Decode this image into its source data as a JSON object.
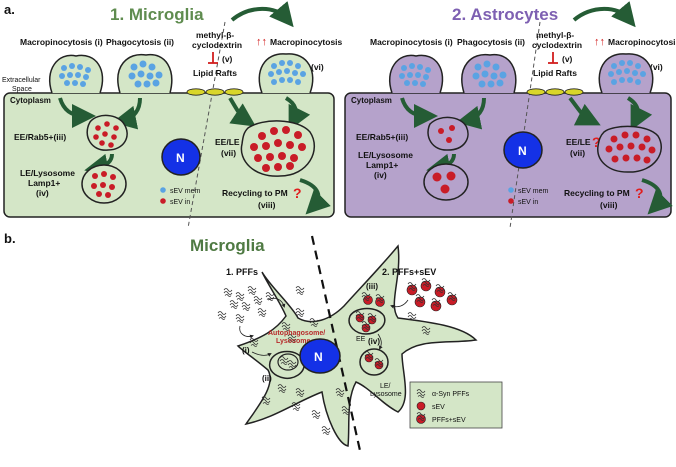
{
  "panel_a": {
    "letter": "a.",
    "microglia": {
      "title": "1. Microglia",
      "macropinocytosis": "Macropinocytosis (i)",
      "phagocytosis": "Phagocytosis (ii)",
      "extracellular_line1": "Extracellular",
      "extracellular_line2": "Space",
      "mbcd_line1": "methyl-β-",
      "mbcd_line2": "cyclodextrin",
      "mbcd_num": "(v)",
      "lipid_rafts": "Lipid Rafts",
      "macropino_up": "↑↑",
      "macropino_up_label": "Macropinocytosis",
      "macropino_up_num": "(vi)",
      "cytoplasm": "Cytoplasm",
      "ee_rab5": "EE/Rab5+(iii)",
      "le_lyso_line1": "LE/Lysosome",
      "le_lyso_line2": "Lamp1+",
      "le_lyso_line3": "(iv)",
      "nucleus": "N",
      "ee_le": "EE/LE",
      "ee_le_num": "(vii)",
      "legend_sev_mem": "sEV mem",
      "legend_sev_in": "sEV in",
      "recycling": "Recycling to PM",
      "recycling_mark": "?",
      "recycling_num": "(viii)"
    },
    "astrocytes": {
      "title": "2. Astrocytes",
      "macropinocytosis": "Macropinocytosis (i)",
      "phagocytosis": "Phagocytosis (ii)",
      "mbcd_line1": "methyl-β-",
      "mbcd_line2": "cyclodextrin",
      "mbcd_num": "(v)",
      "lipid_rafts": "Lipid Rafts",
      "macropino_up": "↑↑",
      "macropino_up_label": "Macropinocytosis",
      "macropino_up_num": "(vi)",
      "cytoplasm": "Cytoplasm",
      "ee_rab5": "EE/Rab5+(iii)",
      "le_lyso_line1": "LE/Lysosome",
      "le_lyso_line2": "Lamp1+",
      "le_lyso_line3": "(iv)",
      "nucleus": "N",
      "ee_le": "EE/LE",
      "ee_le_mark": "?",
      "ee_le_num": "(vii)",
      "legend_sev_mem": "sEV mem",
      "legend_sev_in": "sEV in",
      "recycling": "Recycling to PM",
      "recycling_mark": "?",
      "recycling_num": "(viii)"
    }
  },
  "panel_b": {
    "letter": "b.",
    "title": "Microglia",
    "pffs": "1. PFFs",
    "pffs_sev": "2. PFFs+sEV",
    "step_i": "(i)",
    "step_ii": "(ii)",
    "step_iii": "(iii)",
    "step_iv": "(iv)",
    "autophago_line1": "Autophagosome/",
    "autophago_line2": "Lysosome",
    "nucleus": "N",
    "ee": "EE",
    "le_lyso_line1": "LE/",
    "le_lyso_line2": "Lysosome",
    "legend": {
      "pffs": "α-Syn PFFs",
      "sev": "sEV",
      "pffs_sev": "PFFs+sEV"
    }
  },
  "colors": {
    "microglia_cell": "#d4e6c7",
    "astrocyte_cell": "#b5a2cb",
    "title_green": "#5f8c4f",
    "title_purple": "#7e60b2",
    "arrow_green": "#255c35",
    "nucleus_blue": "#1431e6",
    "vesicle_red": "#c91c27",
    "vesicle_blue": "#5aa3e3",
    "lipid_raft_yellow": "#d9d62a",
    "question_red": "#e01e1e"
  }
}
